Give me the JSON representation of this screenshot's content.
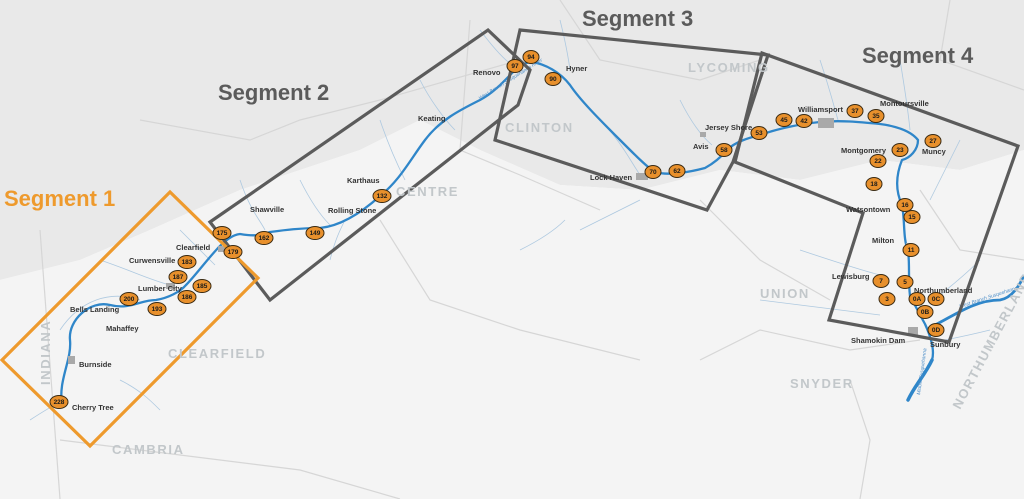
{
  "colors": {
    "background": "#ffffff",
    "land_upper": "#e9e9e9",
    "land_lower": "#f4f4f4",
    "county_border": "#d6d6d6",
    "stream": "#aec9e0",
    "river": "#2f86c9",
    "segment_primary": "#ee9a2d",
    "segment_other": "#5b5b5b",
    "marker_fill": "#e8902c",
    "marker_stroke": "#3a2a12",
    "town_dot": "#a9a9a9"
  },
  "segments": [
    {
      "id": "1",
      "label": "Segment 1",
      "color": "#ee9a2d"
    },
    {
      "id": "2",
      "label": "Segment 2",
      "color": "#5b5b5b"
    },
    {
      "id": "3",
      "label": "Segment 3",
      "color": "#5b5b5b"
    },
    {
      "id": "4",
      "label": "Segment 4",
      "color": "#5b5b5b"
    }
  ],
  "counties": [
    "INDIANA",
    "CLEARFIELD",
    "CAMBRIA",
    "CENTRE",
    "CLINTON",
    "LYCOMING",
    "UNION",
    "SNYDER",
    "NORTHUMBERLAND"
  ],
  "towns": [
    "Clearfield",
    "Curwensville",
    "Lumber City",
    "Bells Landing",
    "Mahaffey",
    "Burnside",
    "Cherry Tree",
    "Shawville",
    "Rolling Stone",
    "Karthaus",
    "Keating",
    "Renovo",
    "Hyner",
    "Jersey Shore",
    "Avis",
    "Lock Haven",
    "Williamsport",
    "Montoursville",
    "Montgomery",
    "Muncy",
    "Watsontown",
    "Milton",
    "Lewisburg",
    "Northumberland",
    "Shamokin Dam",
    "Sunbury"
  ],
  "markers": [
    "228",
    "200",
    "193",
    "187",
    "186",
    "185",
    "183",
    "179",
    "175",
    "162",
    "149",
    "132",
    "97",
    "94",
    "90",
    "70",
    "62",
    "58",
    "53",
    "45",
    "42",
    "37",
    "35",
    "27",
    "23",
    "22",
    "18",
    "16",
    "15",
    "11",
    "7",
    "5",
    "3",
    "0A",
    "0B",
    "0C",
    "0D"
  ],
  "river_labels": [
    "West Branch Susquehanna River",
    "West Branch Susquehanna",
    "Middle Susquehanna"
  ]
}
